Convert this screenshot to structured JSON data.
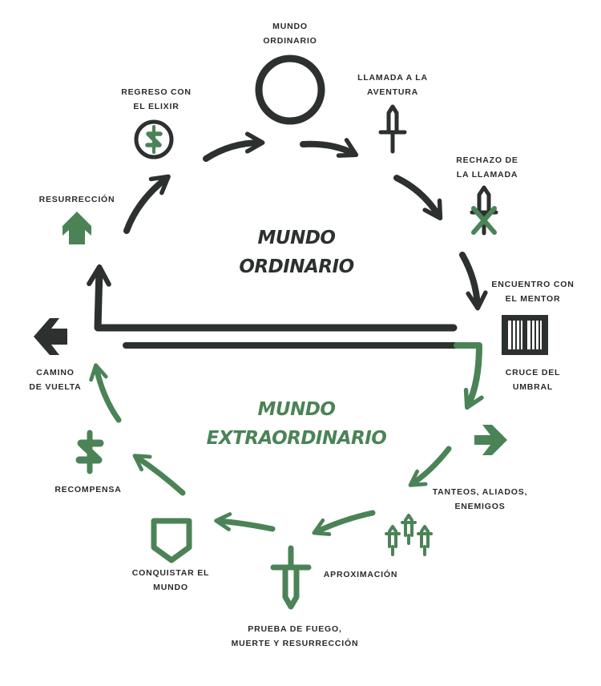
{
  "colors": {
    "dark": "#2c302e",
    "green": "#4b8357",
    "text": "#2a2a2a"
  },
  "worlds": {
    "ordinary": "MUNDO\nORDINARIO",
    "extraordinary": "MUNDO\nEXTRAORDINARIO"
  },
  "stages": {
    "mundo_ordinario": "MUNDO\nORDINARIO",
    "llamada": "LLAMADA A LA\nAVENTURA",
    "rechazo": "RECHAZO DE\nLA LLAMADA",
    "mentor": "ENCUENTRO CON\nEL MENTOR",
    "umbral": "CRUCE DEL\nUMBRAL",
    "tanteos": "TANTEOS, ALIADOS,\nENEMIGOS",
    "aproximacion": "APROXIMACIÓN",
    "prueba": "PRUEBA DE FUEGO,\nMUERTE Y RESURRECCIÓN",
    "conquistar": "CONQUISTAR EL\nMUNDO",
    "recompensa": "RECOMPENSA",
    "camino": "CAMINO\nDE VUELTA",
    "resurreccion": "RESURRECCIÓN",
    "regreso": "REGRESO CON\nEL ELIXIR"
  },
  "icons": {
    "mundo_ordinario": "circle-icon",
    "llamada": "sword-icon",
    "rechazo": "crossed-sword-icon",
    "mentor": "book-icon",
    "umbral": "arrow-right-icon",
    "tanteos": "three-swords-icon",
    "prueba": "big-sword-icon",
    "conquistar": "shield-icon",
    "recompensa": "dollar-icon",
    "camino": "arrow-left-icon",
    "resurreccion": "arrow-up-icon",
    "regreso": "dollar-circle-icon"
  }
}
